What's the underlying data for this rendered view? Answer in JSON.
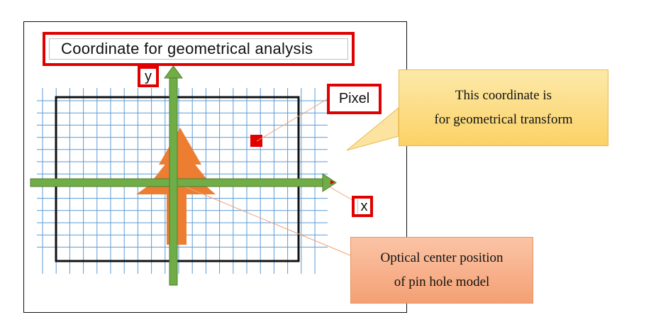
{
  "title": "Coordinate for geometrical analysis",
  "labels": {
    "y": "y",
    "x": "x",
    "pixel": "Pixel"
  },
  "notes": {
    "transform_line1": "This coordinate is",
    "transform_line2": "for geometrical transform",
    "optical_line1": "Optical center position",
    "optical_line2": "of pin hole model"
  },
  "colors": {
    "grid": "#5b9bd5",
    "axis": "#70ad47",
    "tree": "#ed7d31",
    "highlight": "#e00000",
    "note_yellow": "#fbd266",
    "note_orange": "#f4a074"
  }
}
